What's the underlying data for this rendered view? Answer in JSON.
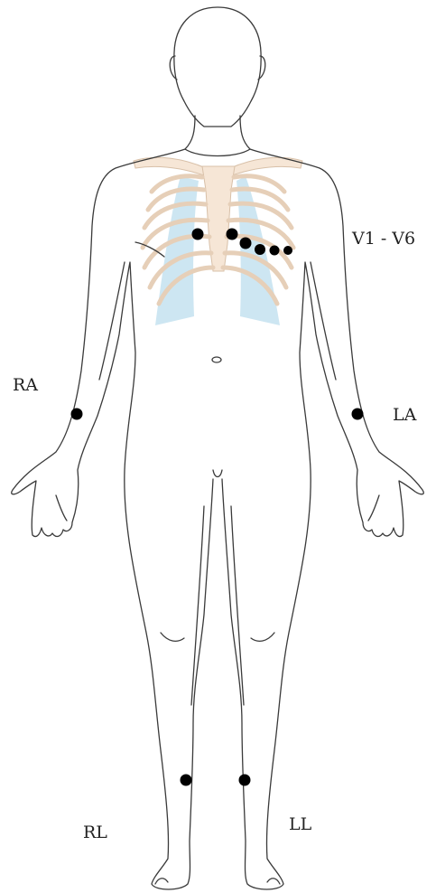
{
  "labels": {
    "chest": "V1 - V6",
    "right_arm": "RA",
    "left_arm": "LA",
    "right_leg": "RL",
    "left_leg": "LL"
  },
  "colors": {
    "outline": "#3a3a3a",
    "bone": "#f6e6d6",
    "bone_stroke": "#d8c0a8",
    "cartilage": "#cde6f2",
    "electrode": "#000000",
    "background": "#ffffff"
  }
}
